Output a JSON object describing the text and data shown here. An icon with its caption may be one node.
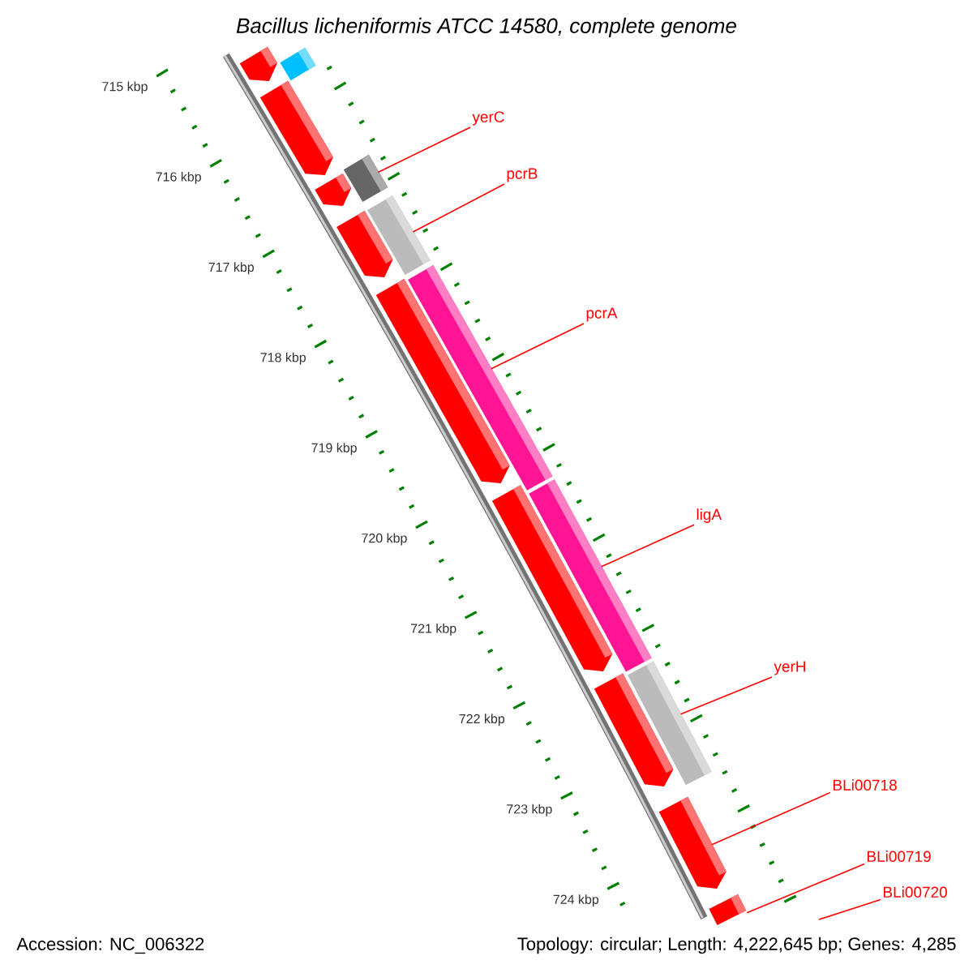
{
  "diagram": {
    "title": "Bacillus licheniformis ATCC 14580, complete genome",
    "nodes": [
      {
        "text": [
          "yerC"
        ]
      },
      {
        "text": [
          "pcrB"
        ]
      },
      {
        "text": [
          "pcrA"
        ]
      },
      {
        "text": [
          "ligA"
        ]
      },
      {
        "text": [
          "yerH"
        ]
      },
      {
        "text": [
          "BLi00718"
        ]
      },
      {
        "text": [
          "BLi00719"
        ]
      },
      {
        "text": [
          "BLi00720"
        ]
      },
      {
        "text": [],
        "shape": "arrow"
      },
      {
        "text": [],
        "shape": "bar"
      },
      {
        "text": [],
        "shape": "arrow"
      },
      {
        "text": [],
        "shape": "bar"
      },
      {
        "text": [],
        "shape": "arrow"
      },
      {
        "text": [],
        "shape": "bar"
      },
      {
        "text": [],
        "shape": "arrow"
      },
      {
        "text": [],
        "shape": "bar"
      },
      {
        "text": [],
        "shape": "arrow"
      },
      {
        "text": [],
        "shape": "bar"
      },
      {
        "text": [],
        "shape": "arrow"
      },
      {
        "text": [],
        "shape": "bar"
      },
      {
        "text": [],
        "shape": "arrow"
      },
      {
        "text": [],
        "shape": "arrow"
      },
      {
        "text": [],
        "shape": "arrow"
      }
    ],
    "edges": [
      {
        "from": 0,
        "to": 11,
        "arrow": "none"
      },
      {
        "from": 1,
        "to": 13,
        "arrow": "none"
      },
      {
        "from": 2,
        "to": 15,
        "arrow": "none"
      },
      {
        "from": 3,
        "to": 17,
        "arrow": "none"
      },
      {
        "from": 4,
        "to": 19,
        "arrow": "none"
      },
      {
        "from": 5,
        "to": 21,
        "arrow": "none"
      },
      {
        "from": 6,
        "to": 22,
        "arrow": "none"
      },
      {
        "from": 7,
        "to": null,
        "arrow": "none"
      }
    ],
    "labels": [
      "715 kbp",
      "716 kbp",
      "717 kbp",
      "718 kbp",
      "719 kbp",
      "720 kbp",
      "721 kbp",
      "722 kbp",
      "723 kbp",
      "724 kbp",
      "Accession: NC_006322",
      "Topology: circular; Length: 4,222,645 bp; Genes: 4,285"
    ]
  }
}
